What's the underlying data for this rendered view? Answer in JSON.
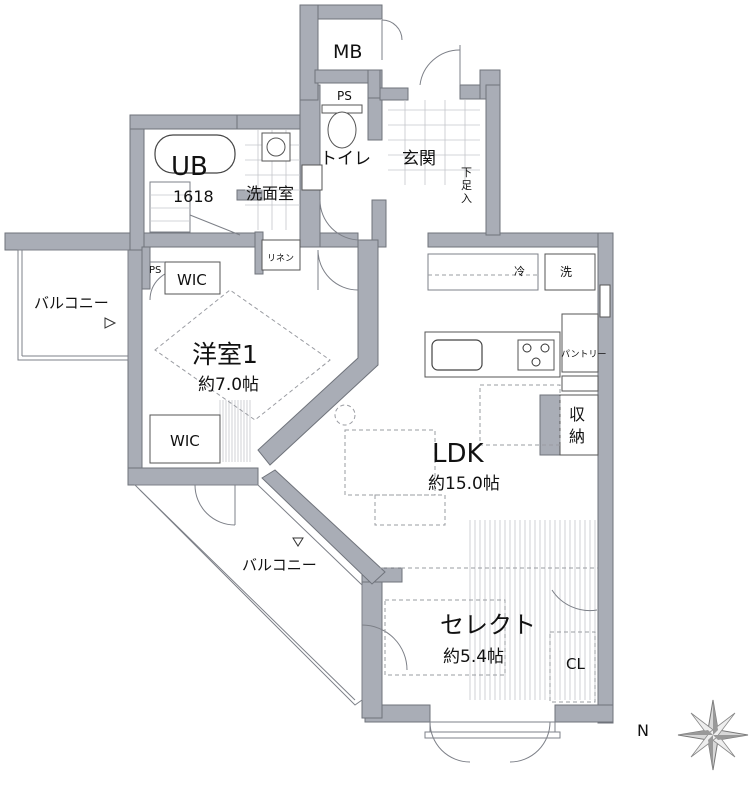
{
  "rooms": {
    "mb": "MB",
    "ps_top": "PS",
    "ps_left": "PS",
    "ub": "UB",
    "ub_size": "1618",
    "toilet": "トイレ",
    "genkan": "玄関",
    "getabako": "下足入",
    "washroom": "洗面室",
    "linen": "リネン",
    "wic_top": "WIC",
    "wic_bottom": "WIC",
    "balcony_left": "バルコニー",
    "balcony_center": "バルコニー",
    "yoshitsu": "洋室1",
    "yoshitsu_size": "約7.0帖",
    "ldk": "LDK",
    "ldk_size": "約15.0帖",
    "select": "セレクト",
    "select_size": "約5.4帖",
    "storage": "収納",
    "pantry": "パントリー",
    "fridge": "冷",
    "washer": "洗",
    "closet": "CL"
  },
  "compass": {
    "label": "N"
  },
  "colors": {
    "wall": "#a9adb6",
    "line": "#7d8088"
  }
}
